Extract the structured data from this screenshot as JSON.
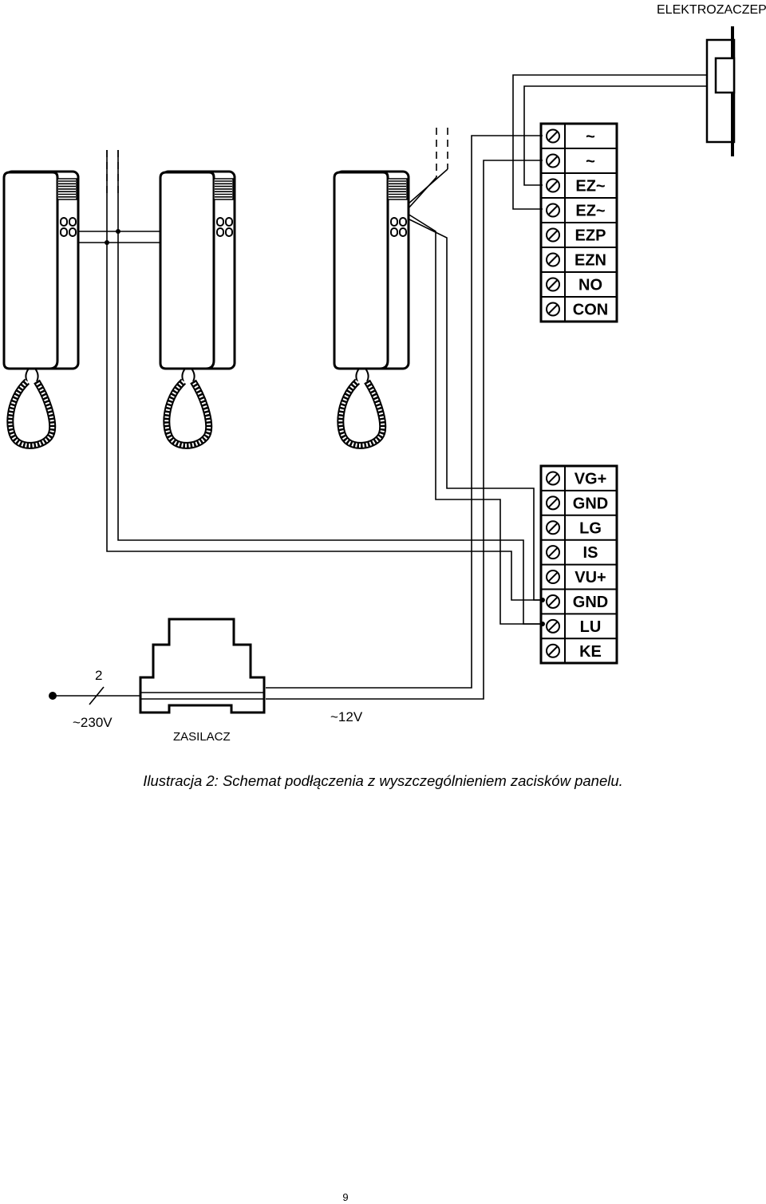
{
  "lock": {
    "label": "ELEKTROZACZEP"
  },
  "terminal_block_top": {
    "terminals": [
      "~",
      "~",
      "EZ~",
      "EZ~",
      "EZP",
      "EZN",
      "NO",
      "CON"
    ]
  },
  "terminal_block_bottom": {
    "terminals": [
      "VG+",
      "GND",
      "LG",
      "IS",
      "VU+",
      "GND",
      "LU",
      "KE"
    ]
  },
  "power_supply": {
    "label": "ZASILACZ",
    "input_voltage": "~230V",
    "output_voltage": "~12V",
    "wire_count": "2"
  },
  "handsets": {
    "count": 3
  },
  "caption": "Ilustracja 2: Schemat podłączenia z wyszczególnieniem zacisków panelu.",
  "page_number": "9"
}
